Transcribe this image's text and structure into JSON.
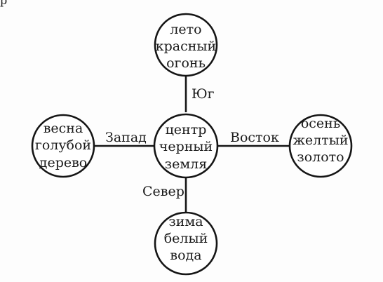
{
  "corner_text": "р",
  "nodes": {
    "center": {
      "lines": [
        "центр",
        "черный",
        "земля"
      ]
    },
    "north": {
      "lines": [
        "лето",
        "красный",
        "огонь"
      ]
    },
    "west": {
      "lines": [
        "весна",
        "голубой",
        "дерево"
      ]
    },
    "east": {
      "lines": [
        "осень",
        "желтый",
        "золото"
      ]
    },
    "south": {
      "lines": [
        "зима",
        "белый",
        "вода"
      ]
    }
  },
  "edges": {
    "north": {
      "label": "Юг"
    },
    "west": {
      "label": "Запад"
    },
    "east": {
      "label": "Восток"
    },
    "south": {
      "label": "Север"
    }
  }
}
